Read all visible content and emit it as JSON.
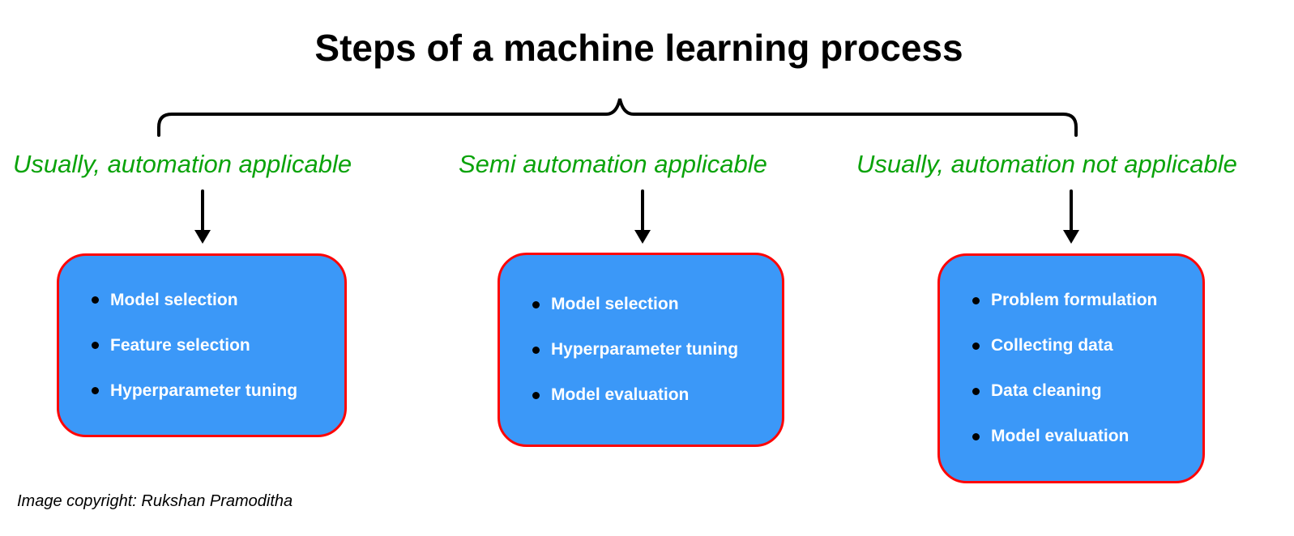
{
  "title": "Steps of a machine learning process",
  "columns": [
    {
      "label": "Usually, automation applicable",
      "items": [
        "Model selection",
        "Feature selection",
        "Hyperparameter tuning"
      ]
    },
    {
      "label": "Semi automation applicable",
      "items": [
        "Model selection",
        "Hyperparameter tuning",
        "Model evaluation"
      ]
    },
    {
      "label": "Usually, automation not applicable",
      "items": [
        "Problem formulation",
        "Collecting data",
        "Data cleaning",
        "Model evaluation"
      ]
    }
  ],
  "footer": {
    "copyright": "Image copyright: Rukshan Pramoditha"
  },
  "colors": {
    "label_green": "#0ba30b",
    "box_fill": "#3b98f8",
    "box_border": "#ff0505",
    "box_text": "#ffffff",
    "ink": "#000000",
    "background": "#ffffff"
  }
}
